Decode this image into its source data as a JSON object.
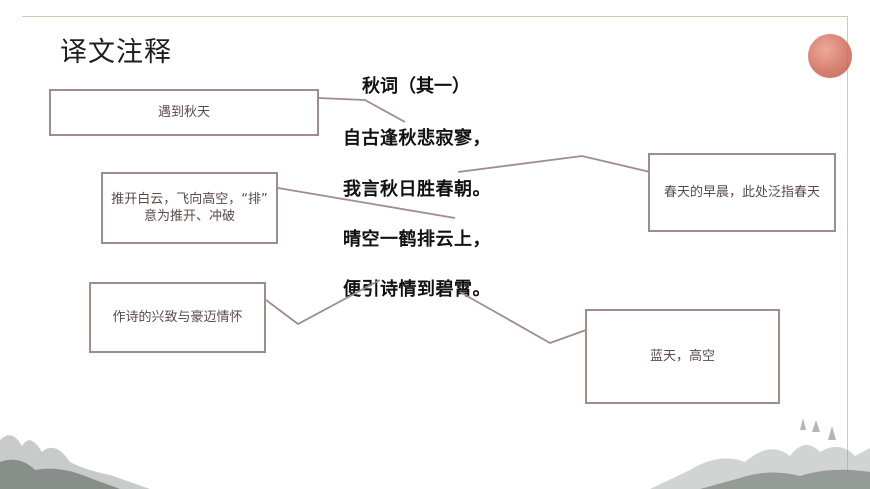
{
  "slide": {
    "title": "译文注释"
  },
  "poem": {
    "title": "秋词（其一）",
    "lines": [
      "自古逢秋悲寂寥，",
      "我言秋日胜春朝。",
      "晴空一鹤排云上，",
      "便引诗情到碧霄。"
    ]
  },
  "notes": [
    {
      "text": "遇到秋天"
    },
    {
      "text": "推开白云，飞向高空，“排” 意为推开、冲破"
    },
    {
      "text": "作诗的兴致与豪迈情怀"
    },
    {
      "text": "春天的早晨，此处泛指春天"
    },
    {
      "text": "蓝天，高空"
    }
  ],
  "colors": {
    "connector": "#a08c8c",
    "box_border": "#a08c8c",
    "note_text": "#5a4a4a",
    "sun": "#cf6a58"
  }
}
